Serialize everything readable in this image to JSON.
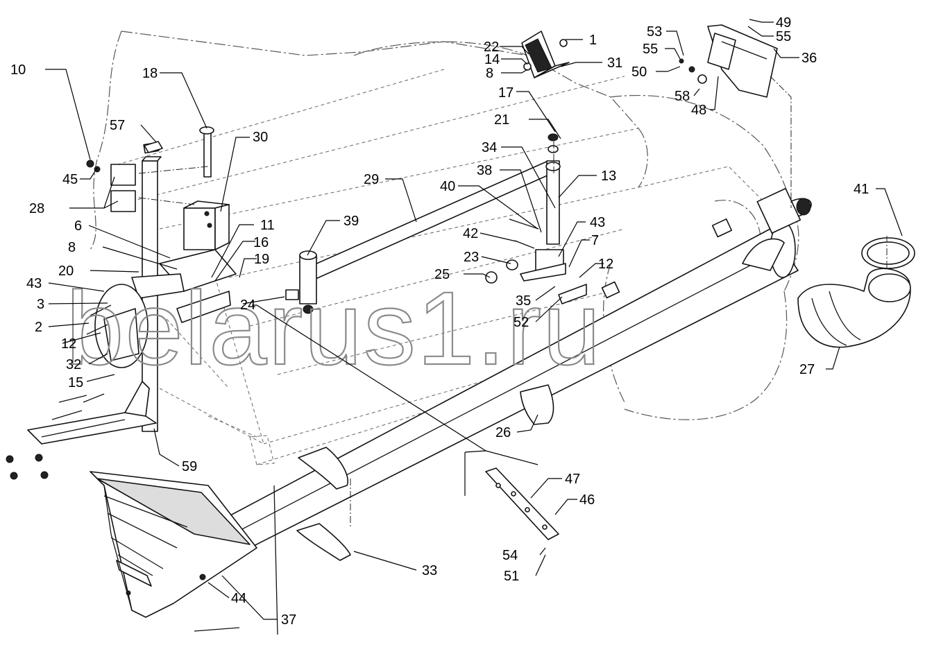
{
  "watermark": "belarus1.ru",
  "callouts": [
    {
      "id": "c1",
      "label": "1"
    },
    {
      "id": "c2",
      "label": "2"
    },
    {
      "id": "c3",
      "label": "3"
    },
    {
      "id": "c6",
      "label": "6"
    },
    {
      "id": "c7",
      "label": "7"
    },
    {
      "id": "c8a",
      "label": "8"
    },
    {
      "id": "c8b",
      "label": "8"
    },
    {
      "id": "c10",
      "label": "10"
    },
    {
      "id": "c11",
      "label": "11"
    },
    {
      "id": "c12a",
      "label": "12"
    },
    {
      "id": "c12b",
      "label": "12"
    },
    {
      "id": "c13",
      "label": "13"
    },
    {
      "id": "c14",
      "label": "14"
    },
    {
      "id": "c15",
      "label": "15"
    },
    {
      "id": "c16",
      "label": "16"
    },
    {
      "id": "c17",
      "label": "17"
    },
    {
      "id": "c18",
      "label": "18"
    },
    {
      "id": "c19",
      "label": "19"
    },
    {
      "id": "c20",
      "label": "20"
    },
    {
      "id": "c21",
      "label": "21"
    },
    {
      "id": "c22",
      "label": "22"
    },
    {
      "id": "c23",
      "label": "23"
    },
    {
      "id": "c24",
      "label": "24"
    },
    {
      "id": "c25",
      "label": "25"
    },
    {
      "id": "c26",
      "label": "26"
    },
    {
      "id": "c27",
      "label": "27"
    },
    {
      "id": "c28",
      "label": "28"
    },
    {
      "id": "c29",
      "label": "29"
    },
    {
      "id": "c30",
      "label": "30"
    },
    {
      "id": "c31",
      "label": "31"
    },
    {
      "id": "c32",
      "label": "32"
    },
    {
      "id": "c33",
      "label": "33"
    },
    {
      "id": "c34",
      "label": "34"
    },
    {
      "id": "c35",
      "label": "35"
    },
    {
      "id": "c36",
      "label": "36"
    },
    {
      "id": "c37",
      "label": "37"
    },
    {
      "id": "c38",
      "label": "38"
    },
    {
      "id": "c39",
      "label": "39"
    },
    {
      "id": "c40",
      "label": "40"
    },
    {
      "id": "c41",
      "label": "41"
    },
    {
      "id": "c42",
      "label": "42"
    },
    {
      "id": "c43a",
      "label": "43"
    },
    {
      "id": "c43b",
      "label": "43"
    },
    {
      "id": "c44",
      "label": "44"
    },
    {
      "id": "c45",
      "label": "45"
    },
    {
      "id": "c46",
      "label": "46"
    },
    {
      "id": "c47",
      "label": "47"
    },
    {
      "id": "c48",
      "label": "48"
    },
    {
      "id": "c49",
      "label": "49"
    },
    {
      "id": "c50",
      "label": "50"
    },
    {
      "id": "c51",
      "label": "51"
    },
    {
      "id": "c52",
      "label": "52"
    },
    {
      "id": "c53",
      "label": "53"
    },
    {
      "id": "c54",
      "label": "54"
    },
    {
      "id": "c55a",
      "label": "55"
    },
    {
      "id": "c55b",
      "label": "55"
    },
    {
      "id": "c57",
      "label": "57"
    },
    {
      "id": "c58",
      "label": "58"
    },
    {
      "id": "c59",
      "label": "59"
    }
  ]
}
